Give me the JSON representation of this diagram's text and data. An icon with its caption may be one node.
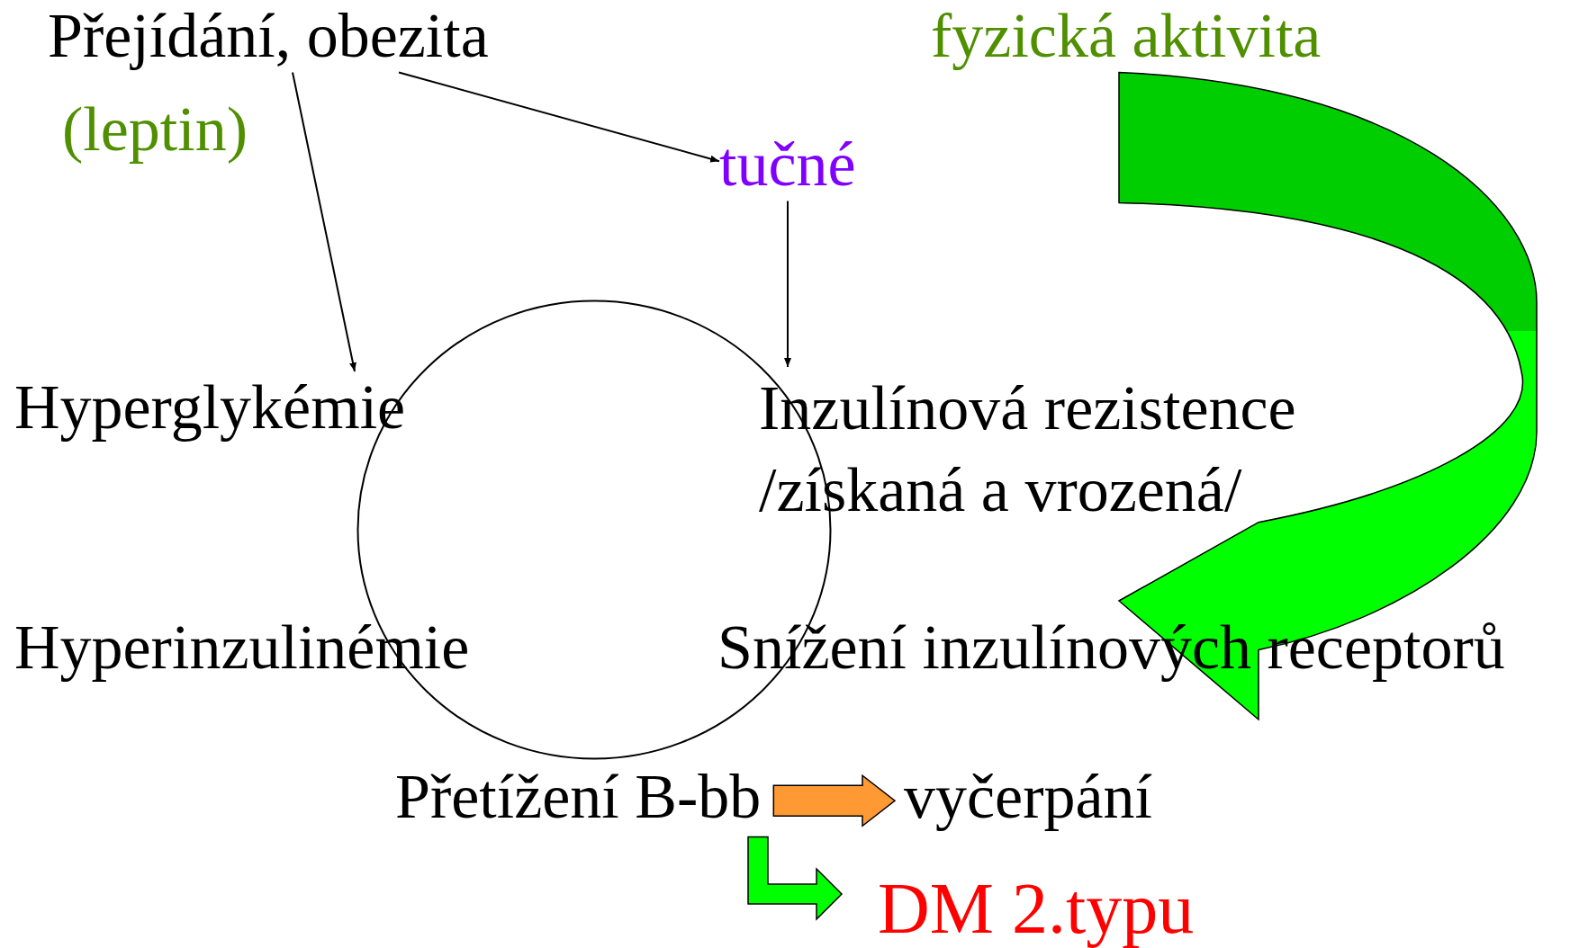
{
  "diagram": {
    "nodes": [
      {
        "text": [
          "Přejídání, obezita"
        ]
      },
      {
        "text": [
          "fyzická aktivita"
        ]
      },
      {
        "text": [
          "tučné"
        ]
      },
      {
        "text": [],
        "shape": "circle"
      },
      {
        "text": [
          "Hyperglykémie"
        ]
      },
      {
        "text": [
          "Inzulínová rezistence /získaná a vrozená/"
        ]
      },
      {
        "text": [
          "Hyperinzulinémie"
        ]
      },
      {
        "text": [
          "Snížení inzulínových receptorů"
        ]
      },
      {
        "text": [
          "Přetížení B-bb"
        ]
      },
      {
        "text": [
          "vyčerpání"
        ]
      },
      {
        "text": [
          "DM 2.typu"
        ]
      }
    ],
    "edges": [
      {
        "from": 0,
        "to": 4,
        "arrow": "to"
      },
      {
        "from": 0,
        "to": 2,
        "arrow": "to"
      },
      {
        "from": 2,
        "to": 5,
        "arrow": "to"
      },
      {
        "from": 1,
        "to": 7,
        "arrow": "to",
        "style": "thick",
        "color": "#00ff00"
      },
      {
        "from": 8,
        "to": 9,
        "arrow": "to",
        "style": "thick",
        "color": "#ff9933"
      },
      {
        "from": 8,
        "to": 10,
        "arrow": "to",
        "style": "thick",
        "color": "#00ff00"
      }
    ],
    "labels": [
      "(leptin)"
    ]
  }
}
